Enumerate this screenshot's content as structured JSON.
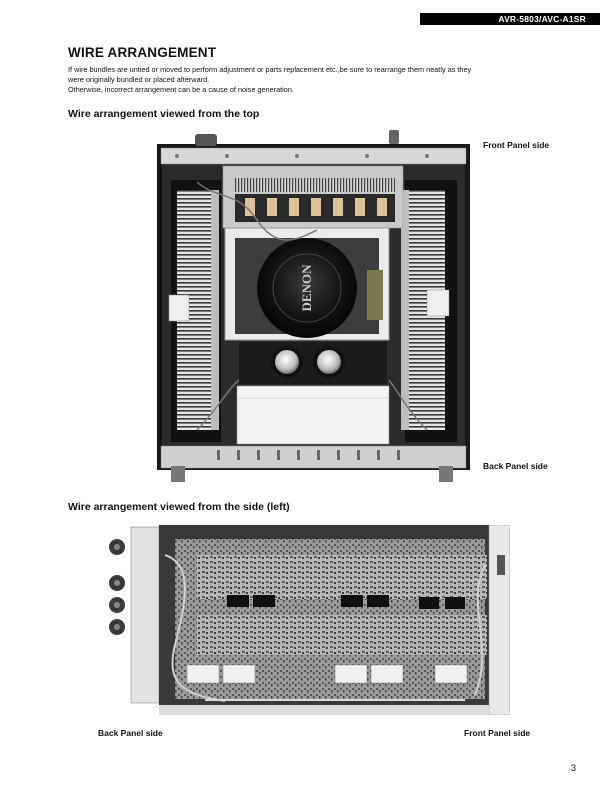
{
  "header": {
    "model": "AVR-5803/AVC-A1SR"
  },
  "section": {
    "title": "WIRE ARRANGEMENT",
    "intro_lines": [
      "If wire bundles are untied or moved to perform adjustment or parts replacement etc.,be sure to rearrange them neatly as they",
      "were originally bundled or placed afterward.",
      "Otherwise, incorrect arrangement can be a cause of noise generation."
    ]
  },
  "top_view": {
    "heading": "Wire arrangement viewed from the top",
    "front_label": "Front Panel side",
    "back_label": "Back Panel side",
    "transformer_brand": "DENON"
  },
  "side_view": {
    "heading": "Wire arrangement viewed from the side (left)",
    "back_label": "Back Panel side",
    "front_label": "Front Panel side"
  },
  "page": {
    "number": "3"
  }
}
